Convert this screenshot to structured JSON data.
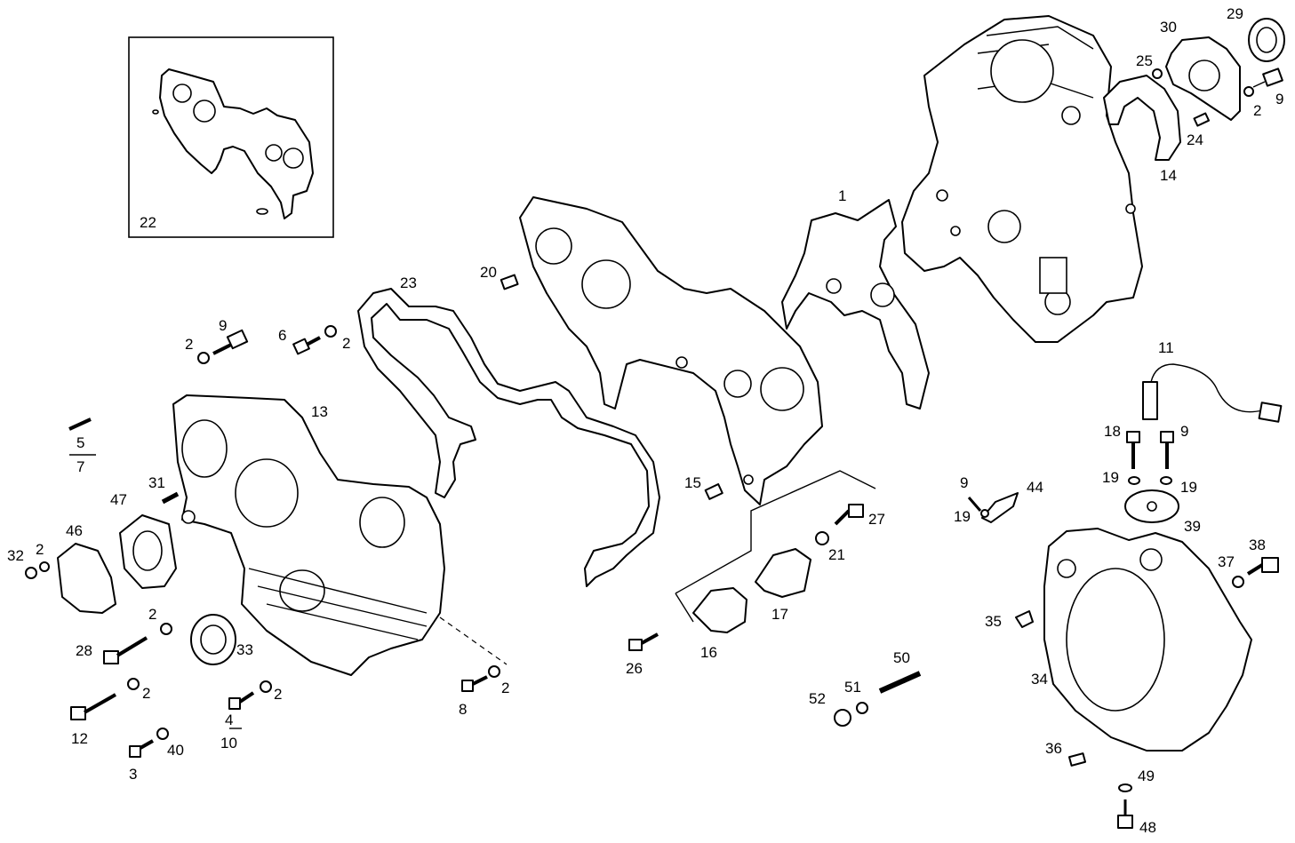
{
  "callouts": [
    {
      "id": "22",
      "text": "22"
    },
    {
      "id": "23",
      "text": "23"
    },
    {
      "id": "20",
      "text": "20"
    },
    {
      "id": "1",
      "text": "1"
    },
    {
      "id": "29",
      "text": "29"
    },
    {
      "id": "30",
      "text": "30"
    },
    {
      "id": "25",
      "text": "25"
    },
    {
      "id": "2a",
      "text": "2"
    },
    {
      "id": "9a",
      "text": "9"
    },
    {
      "id": "24",
      "text": "24"
    },
    {
      "id": "14",
      "text": "14"
    },
    {
      "id": "9b",
      "text": "9"
    },
    {
      "id": "2b",
      "text": "2"
    },
    {
      "id": "6",
      "text": "6"
    },
    {
      "id": "2c",
      "text": "2"
    },
    {
      "id": "13",
      "text": "13"
    },
    {
      "id": "5-7-top",
      "text": "5"
    },
    {
      "id": "5-7-bottom",
      "text": "7"
    },
    {
      "id": "31",
      "text": "31"
    },
    {
      "id": "47",
      "text": "47"
    },
    {
      "id": "46",
      "text": "46"
    },
    {
      "id": "32",
      "text": "32"
    },
    {
      "id": "2d",
      "text": "2"
    },
    {
      "id": "2e",
      "text": "2"
    },
    {
      "id": "28",
      "text": "28"
    },
    {
      "id": "33",
      "text": "33"
    },
    {
      "id": "2f",
      "text": "2"
    },
    {
      "id": "12",
      "text": "12"
    },
    {
      "id": "2g",
      "text": "2"
    },
    {
      "id": "4-10-top",
      "text": "4"
    },
    {
      "id": "4-10-bottom",
      "text": "10"
    },
    {
      "id": "3",
      "text": "3"
    },
    {
      "id": "40",
      "text": "40"
    },
    {
      "id": "2h",
      "text": "2"
    },
    {
      "id": "8",
      "text": "8"
    },
    {
      "id": "15",
      "text": "15"
    },
    {
      "id": "27",
      "text": "27"
    },
    {
      "id": "21",
      "text": "21"
    },
    {
      "id": "17",
      "text": "17"
    },
    {
      "id": "16",
      "text": "16"
    },
    {
      "id": "26",
      "text": "26"
    },
    {
      "id": "11",
      "text": "11"
    },
    {
      "id": "18",
      "text": "18"
    },
    {
      "id": "9c",
      "text": "9"
    },
    {
      "id": "19a",
      "text": "19"
    },
    {
      "id": "19b",
      "text": "19"
    },
    {
      "id": "39",
      "text": "39"
    },
    {
      "id": "9d",
      "text": "9"
    },
    {
      "id": "44",
      "text": "44"
    },
    {
      "id": "19c",
      "text": "19"
    },
    {
      "id": "38",
      "text": "38"
    },
    {
      "id": "37",
      "text": "37"
    },
    {
      "id": "35",
      "text": "35"
    },
    {
      "id": "34",
      "text": "34"
    },
    {
      "id": "50",
      "text": "50"
    },
    {
      "id": "52",
      "text": "52"
    },
    {
      "id": "51",
      "text": "51"
    },
    {
      "id": "36",
      "text": "36"
    },
    {
      "id": "49",
      "text": "49"
    },
    {
      "id": "48",
      "text": "48"
    }
  ]
}
